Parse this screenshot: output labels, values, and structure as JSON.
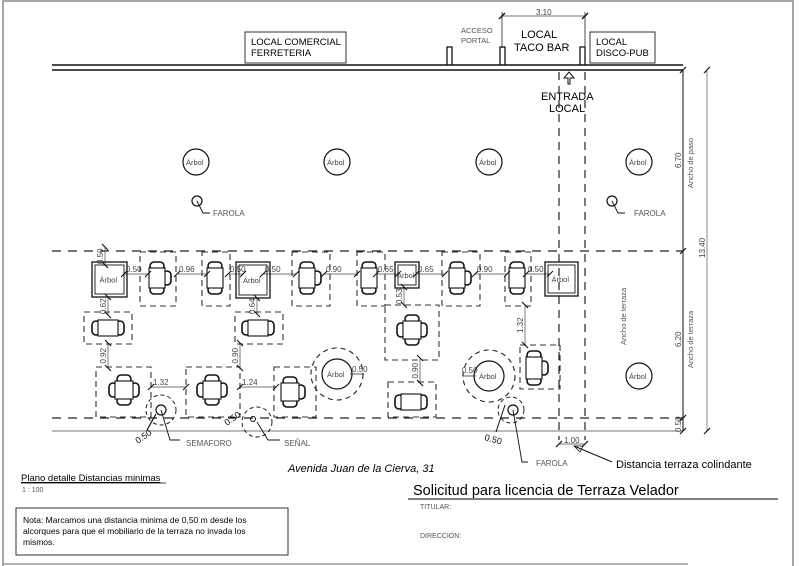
{
  "header": {
    "local_ferreteria": [
      "LOCAL COMERCIAL",
      "FERRETERIA"
    ],
    "acceso_portal": [
      "ACCESO",
      "PORTAL"
    ],
    "local_taco_bar": [
      "LOCAL",
      "TACO BAR"
    ],
    "local_disco_pub": [
      "LOCAL",
      "DISCO-PUB"
    ],
    "taco_width": "3.10",
    "entrada": [
      "ENTRADA",
      "LOCAL"
    ]
  },
  "street": {
    "trees_upper": [
      "Árbol",
      "Árbol",
      "Árbol",
      "Árbol"
    ],
    "trees_terrace": [
      "Árbol",
      "Árbol",
      "Árbol",
      "Árbol",
      "Árbol",
      "Árbol"
    ],
    "farola_label": "FAROLA",
    "semaforo_label": "SEMAFORO",
    "senal_label": "SEÑAL",
    "street_name": "Avenida Juan de la Cierva, 31",
    "ancho_terraza_label": "Ancho de terraza",
    "distancia_colindante": "Distancia terraza colindante"
  },
  "dimensions": {
    "row1": [
      "0.50",
      "0.96",
      "0.50",
      "0.50",
      "0.90",
      "0.65",
      "0.65",
      "0.90",
      "0.50"
    ],
    "vertical": [
      "0.50",
      "0.62",
      "0.92",
      "0.64",
      "0.90",
      "0.53",
      "0.90",
      "1.32"
    ],
    "row3": [
      "1.32",
      "1.24"
    ],
    "tree_clearances": [
      "0.50",
      "0.50"
    ],
    "obstacle_clearances": [
      "0.50",
      "0.50",
      "0.50"
    ],
    "colindante": "1.00"
  },
  "side_dims": {
    "ancho_paso_value": "6.70",
    "ancho_paso_label": "Ancho de paso",
    "total": "13.40",
    "ancho_terraza_value": "6.20",
    "ancho_terraza_label": "Ancho de terraza",
    "bordillo": "0.50"
  },
  "legend": {
    "title": "Plano detalle Distancias minimas",
    "scale": "1 : 100",
    "note": [
      "Nota: Marcamos una distancia minima de 0,50 m desde los",
      "alcorques para que el mobiliario de la terraza no invada los",
      "mismos."
    ]
  },
  "title_block": {
    "title": "Solicitud para licencia de Terraza Velador",
    "titular_label": "TITULAR:",
    "direccion_label": "DIRECCION:"
  }
}
